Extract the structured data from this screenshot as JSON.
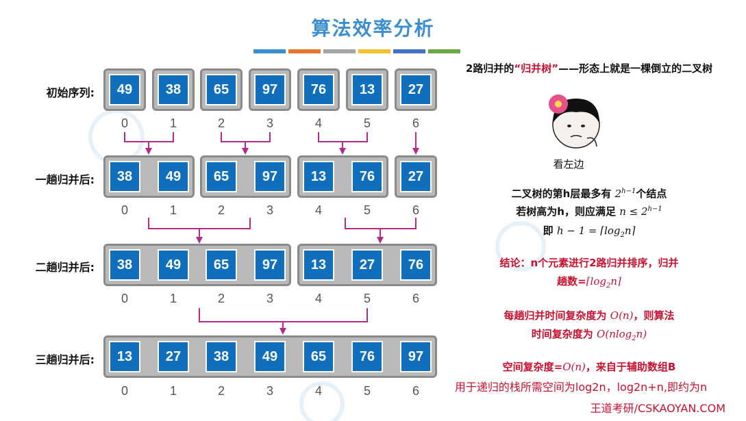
{
  "title": "算法效率分析",
  "stripe_colors": [
    "#3b8fd0",
    "#e8762c",
    "#a5a5a5",
    "#f2c12e",
    "#4472c4",
    "#6aaa42"
  ],
  "rows": [
    {
      "label": "初始序列:",
      "values": [
        49,
        38,
        65,
        97,
        76,
        13,
        27
      ]
    },
    {
      "label": "一趟归并后:",
      "values": [
        38,
        49,
        65,
        97,
        13,
        76,
        27
      ]
    },
    {
      "label": "二趟归并后:",
      "values": [
        38,
        49,
        65,
        97,
        13,
        27,
        76
      ]
    },
    {
      "label": "三趟归并后:",
      "values": [
        13,
        27,
        38,
        49,
        65,
        76,
        97
      ]
    }
  ],
  "indices": [
    "0",
    "1",
    "2",
    "3",
    "4",
    "5",
    "6"
  ],
  "right": {
    "line1_a": "2路归并的",
    "line1_b": "“归并树”",
    "line1_c": "——形态上就是一棵倒立的二叉树",
    "face_caption": "看左边",
    "tree_a": "二叉树的第h层最多有",
    "tree_a_tail": "个结点",
    "tree_b": "若树高为h，则应满足",
    "tree_c": "即",
    "conclusion_a": "结论：n个元素进行2路归并排序，归并",
    "conclusion_b": "趟数=",
    "time_a": "每趟归并时间复杂度为",
    "time_a_tail": "，则算法",
    "time_b": "时间复杂度为",
    "space_a": "空间复杂度=",
    "space_a_tail": "，来自于辅助数组B",
    "stack_line": "用于递归的栈所需空间为log2n，log2n+n,即约为n"
  },
  "footer": "王道考研/CSKAOYAN.COM",
  "colors": {
    "cell": "#0f6fbd",
    "group": "#b9b9b9",
    "arrow": "#b22a8a",
    "accent_red": "#c8102e",
    "title": "#3b8fd0"
  }
}
